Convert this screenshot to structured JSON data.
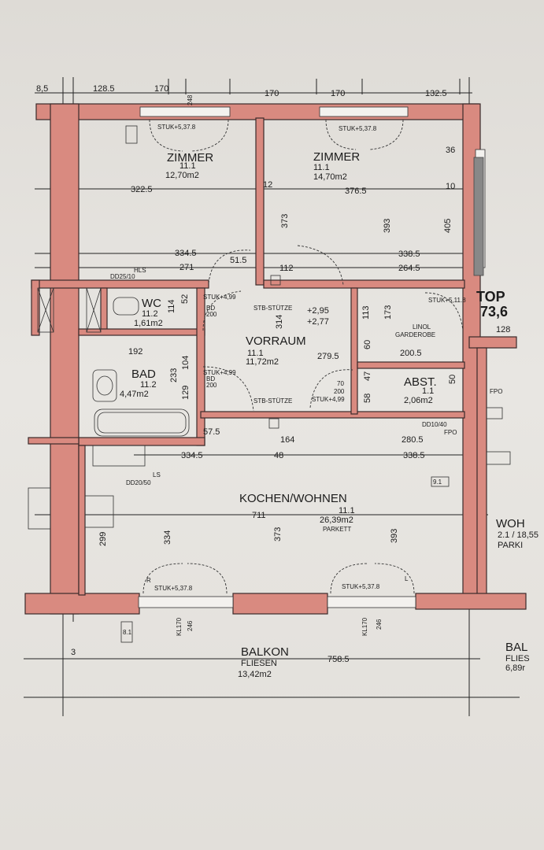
{
  "plan": {
    "rooms": [
      {
        "id": "zimmer1",
        "name": "ZIMMER",
        "code": "11.1",
        "area": "12,70m2"
      },
      {
        "id": "zimmer2",
        "name": "ZIMMER",
        "code": "11.1",
        "area": "14,70m2"
      },
      {
        "id": "wc",
        "name": "WC",
        "code": "11.2",
        "area": "1,61m2"
      },
      {
        "id": "vorraum",
        "name": "VORRAUM",
        "code": "11.1",
        "area": "11,72m2"
      },
      {
        "id": "bad",
        "name": "BAD",
        "code": "11.2",
        "area": "4,47m2"
      },
      {
        "id": "abst",
        "name": "ABST.",
        "code": "1.1",
        "area": "2,06m2"
      },
      {
        "id": "kochen",
        "name": "KOCHEN/WOHNEN",
        "code": "11.1",
        "area": "26,39m2",
        "floor": "PARKETT"
      },
      {
        "id": "balkon",
        "name": "BALKON",
        "floor": "FLIESEN",
        "area": "13,42m2"
      }
    ],
    "top_label": "TOP",
    "top_area": "73,6",
    "neighbor_woh": "WOH",
    "neighbor_area": "2.1 / 18,55",
    "neighbor_floor": "PARKI",
    "neighbor_bal": "BAL",
    "neighbor_bal_floor": "FLIES",
    "neighbor_bal_area": "6,89r",
    "top_dims": [
      "8,5",
      "128.5",
      "170",
      "170",
      "170",
      "132.5"
    ],
    "dims": {
      "z1_width": "322.5",
      "z2_width": "376.5",
      "z1_lower": "334.5",
      "z1_lower2": "271",
      "z2_lower": "338.5",
      "z2_lower2": "264.5",
      "small_51": "51.5",
      "small_112": "112",
      "h373": "373",
      "h393": "393",
      "h405": "405",
      "v314": "314",
      "vr_279": "279.5",
      "garderobe": "200.5",
      "bad_192": "192",
      "h233": "233",
      "h104": "104",
      "h129": "129",
      "d57": "57.5",
      "d164": "164",
      "d280": "280.5",
      "d334": "334.5",
      "d48": "48",
      "d338": "338.5",
      "kw_711": "711",
      "kw_334": "334",
      "kw_373": "373",
      "kw_393": "393",
      "kw_299": "299",
      "balkon_758": "758.5",
      "n12": "12",
      "n10": "10",
      "n36": "36",
      "n113": "113",
      "n173": "173",
      "n128": "128",
      "n60": "60",
      "n47": "47",
      "n58": "58",
      "n50": "50",
      "n52": "52",
      "n114": "114",
      "n3": "3"
    },
    "notes": {
      "stuk_z1": "STUK+5,37.8",
      "stuk_z2": "STUK+5,37.8",
      "stuk_wc": "STUK+4,99",
      "stuk_bad": "STUK+4,99",
      "stuk_mid": "STUK+4,99",
      "stuk_kw1": "STUK+5,37.8",
      "stuk_kw2": "STUK+5,37.8",
      "stuk_r": "STUK+5,11.8",
      "elev1": "+2,95",
      "elev2": "+2,77",
      "stb_stuetze": "STB-STÜTZE",
      "stb_stuetze2": "STB-STÜTZE",
      "linol": "LINOL",
      "garderobe_label": "GARDEROBE",
      "bd": "BD",
      "bd2": "BD",
      "h200": "200",
      "h200b": "200",
      "h200c": "200",
      "h70": "70",
      "dd": "DD25/10",
      "dd2": "DD10/40",
      "fpo": "FPO",
      "fpo2": "FPO",
      "ls": "LS",
      "ls_dim": "DD20/50",
      "hls": "HLS",
      "parkett": "PARKETT",
      "kl170": "KL170",
      "kl170b": "KL170",
      "a246": "246",
      "a246b": "246",
      "a248": "248",
      "b81": "8.1",
      "b91": "9.1",
      "r": "R",
      "l": "L"
    }
  }
}
